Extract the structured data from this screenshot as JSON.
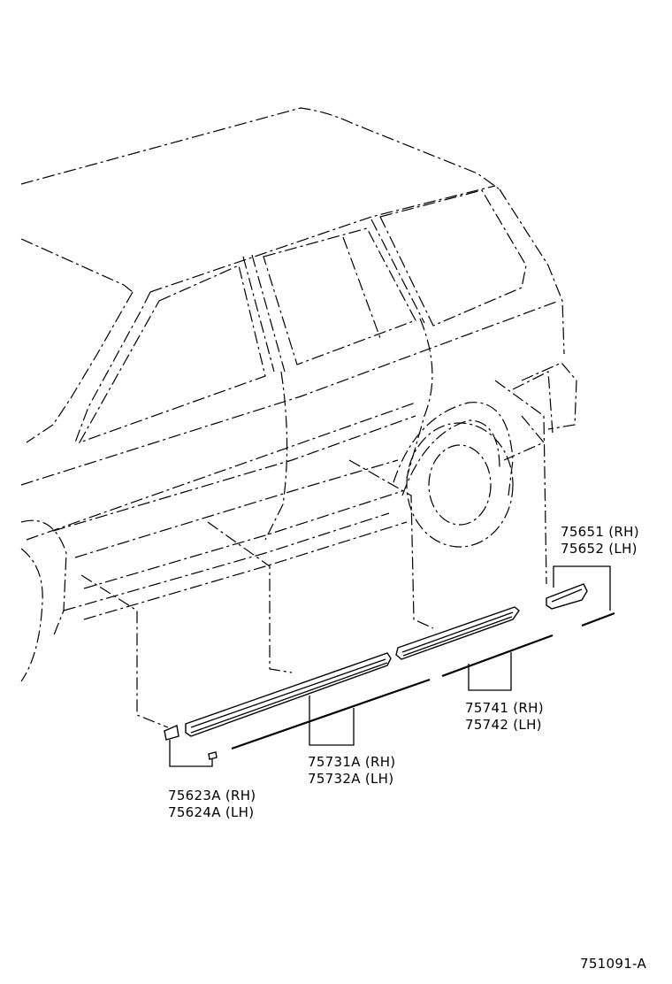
{
  "diagram": {
    "figure_code": "751091-A",
    "callouts": [
      {
        "id": "rear_ornament",
        "rh": "75651 (RH)",
        "lh": "75652 (LH)"
      },
      {
        "id": "rear_door_moulding",
        "rh": "75741 (RH)",
        "lh": "75742 (LH)"
      },
      {
        "id": "front_door_moulding",
        "rh": "75731A (RH)",
        "lh": "75732A (LH)"
      },
      {
        "id": "front_ornament",
        "rh": "75623A (RH)",
        "lh": "75624A (LH)"
      }
    ]
  }
}
